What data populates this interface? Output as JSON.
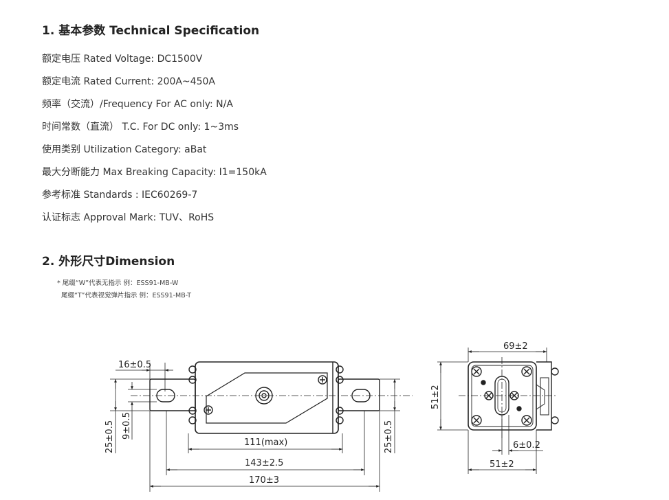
{
  "section1": {
    "title": "1. 基本参数 Technical Specification"
  },
  "specs": [
    "额定电压 Rated Voltage: DC1500V",
    "额定电流 Rated Current: 200A~450A",
    "频率（交流）/Frequency For AC only: N/A",
    "时间常数（直流） T.C. For DC only: 1~3ms",
    "使用类别 Utilization Category: aBat",
    "最大分断能力 Max Breaking Capacity:   I1=150kA",
    "参考标准 Standards :  IEC60269-7",
    "认证标志 Approval Mark: TUV、RoHS"
  ],
  "section2": {
    "title": "2. 外形尺寸Dimension"
  },
  "notes": [
    "* 尾缀“W”代表无指示   例：ESS91-MB-W",
    "尾缀“T”代表视觉弹片指示   例：ESS91-MB-T"
  ],
  "dimensions": {
    "d_16": "16±0.5",
    "d_9": "9±0.5",
    "d_25_left": "25±0.5",
    "d_25_right": "25±0.5",
    "d_111": "111(max)",
    "d_143": "143±2.5",
    "d_170": "170±3",
    "d_69": "69±2",
    "d_51_side": "51±2",
    "d_6": "6±0.2",
    "d_51_bottom": "51±2"
  }
}
